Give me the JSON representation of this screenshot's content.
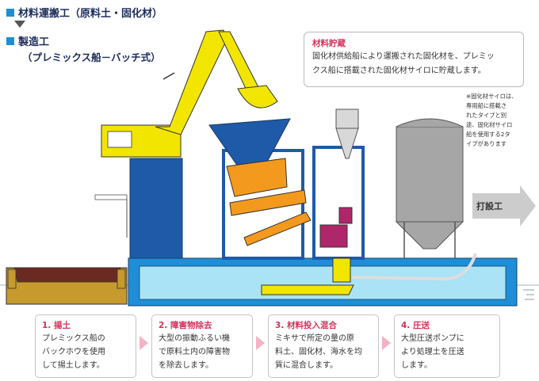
{
  "header": {
    "section1": "材料運搬工（原料土・固化材）",
    "section2": "製造工",
    "section2_sub": "（プレミックス船－バッチ式）"
  },
  "callout": {
    "title": "材料貯蔵",
    "body_line1": "固化材供給船により運搬された固化材を、プレミッ",
    "body_line2": "クス船に搭載された固化材サイロに貯蔵します。"
  },
  "note": [
    "※固化材サイロは、",
    "専用船に搭載さ",
    "れたタイプと別",
    "途、固化材サイロ",
    "船を使用する2タ",
    "イプがあります"
  ],
  "pile_label": "打設工",
  "steps": [
    {
      "title": "1. 揚土",
      "lines": [
        "プレミックス船の",
        "バックホウを使用",
        "して揚土します。"
      ]
    },
    {
      "title": "2. 障害物除去",
      "lines": [
        "大型の振動ふるい機",
        "で原料土内の障害物",
        "を除去します。"
      ]
    },
    {
      "title": "3. 材料投入混合",
      "lines": [
        "ミキサで所定の量の原",
        "料土、固化材、海水を均",
        "質に混合します。"
      ]
    },
    {
      "title": "4. 圧送",
      "lines": [
        "大型圧送ポンプに",
        "より処理土を圧送",
        "します。"
      ]
    }
  ],
  "colors": {
    "blue": "#1e8fd6",
    "yellow": "#f2e600",
    "orange": "#f39a1e",
    "silo": "#a6a6a6",
    "magenta": "#b0266a",
    "step_title": "#d2325a",
    "water": "#a9e3f5"
  }
}
